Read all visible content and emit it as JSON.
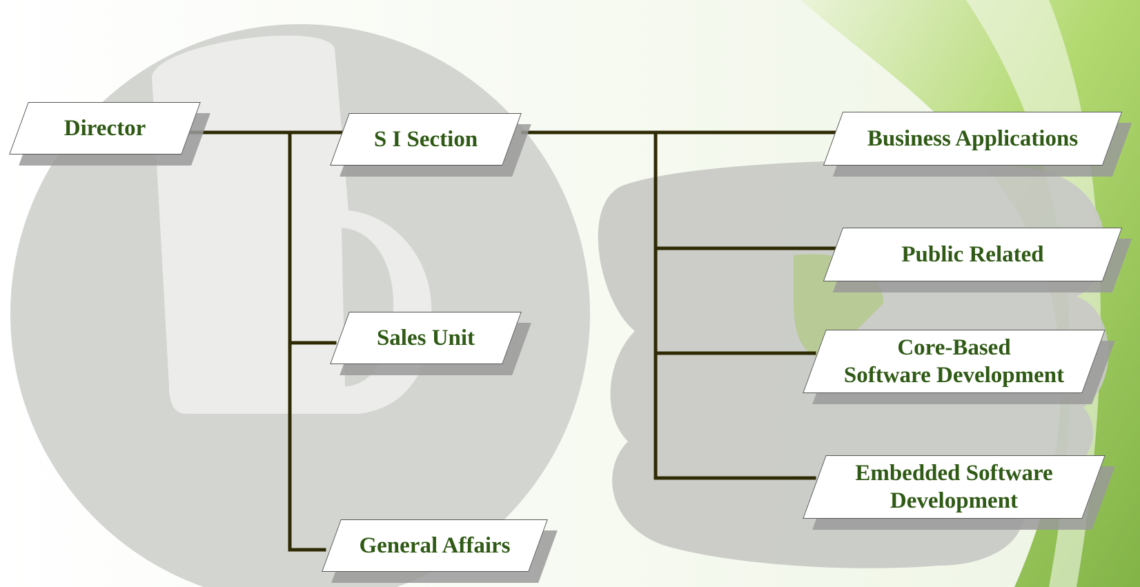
{
  "diagram": {
    "nodes": [
      {
        "id": "director",
        "label": "Director"
      },
      {
        "id": "si-section",
        "label": "S I Section"
      },
      {
        "id": "sales-unit",
        "label": "Sales Unit"
      },
      {
        "id": "general-affairs",
        "label": "General Affairs"
      },
      {
        "id": "business-applications",
        "label": "Business Applications"
      },
      {
        "id": "public-related",
        "label": "Public Related"
      },
      {
        "id": "core-based",
        "label": "Core-Based\nSoftware Development"
      },
      {
        "id": "embedded",
        "label": "Embedded Software\nDevelopment"
      }
    ],
    "edges": [
      [
        "director",
        "si-section"
      ],
      [
        "director",
        "sales-unit"
      ],
      [
        "director",
        "general-affairs"
      ],
      [
        "si-section",
        "business-applications"
      ],
      [
        "si-section",
        "public-related"
      ],
      [
        "si-section",
        "core-based"
      ],
      [
        "si-section",
        "embedded"
      ]
    ]
  },
  "colors": {
    "label_text": "#2f5a15",
    "connector": "#2e2a04",
    "box_fill": "#ffffff",
    "box_shadow": "#9a9a9a",
    "watermark": "#d3d5d1",
    "accent_green": "#8cc63f"
  }
}
